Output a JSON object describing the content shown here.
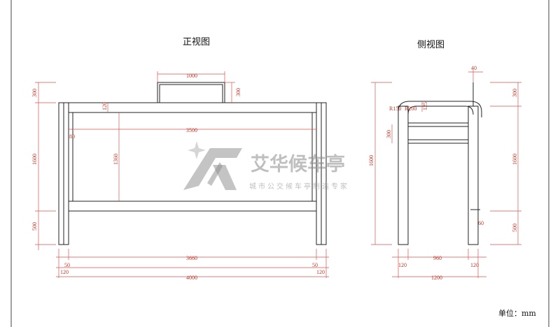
{
  "front_view": {
    "title": "正视图",
    "dims": {
      "top_sign_width": "1000",
      "sign_height": "300",
      "sign_height_right": "300",
      "beam": "120",
      "roof_width": "3500",
      "post_offset": "80",
      "panel_height": "1360",
      "height_1600": "1600",
      "leg_500": "500",
      "inner_width": "3660",
      "post_50_left": "50",
      "post_50_right": "50",
      "post_120_left": "120",
      "post_120_right": "120",
      "total_width": "4000"
    }
  },
  "side_view": {
    "title": "侧视图",
    "dims": {
      "top_40": "40",
      "r150": "R150",
      "r200": "R200",
      "small_125": "125",
      "left_300": "300",
      "height_1600_left": "1600",
      "right_300": "300",
      "right_1600": "1600",
      "right_500": "500",
      "small_60": "60",
      "inner_960": "960",
      "post_120_left": "120",
      "post_120_right": "120",
      "depth_1200": "1200"
    }
  },
  "watermark": {
    "brand": "艾华候车亭",
    "slogan": "城市公交候车亭制造专家",
    "logo": "ah-logo-icon"
  },
  "unit_label": "单位：mm"
}
